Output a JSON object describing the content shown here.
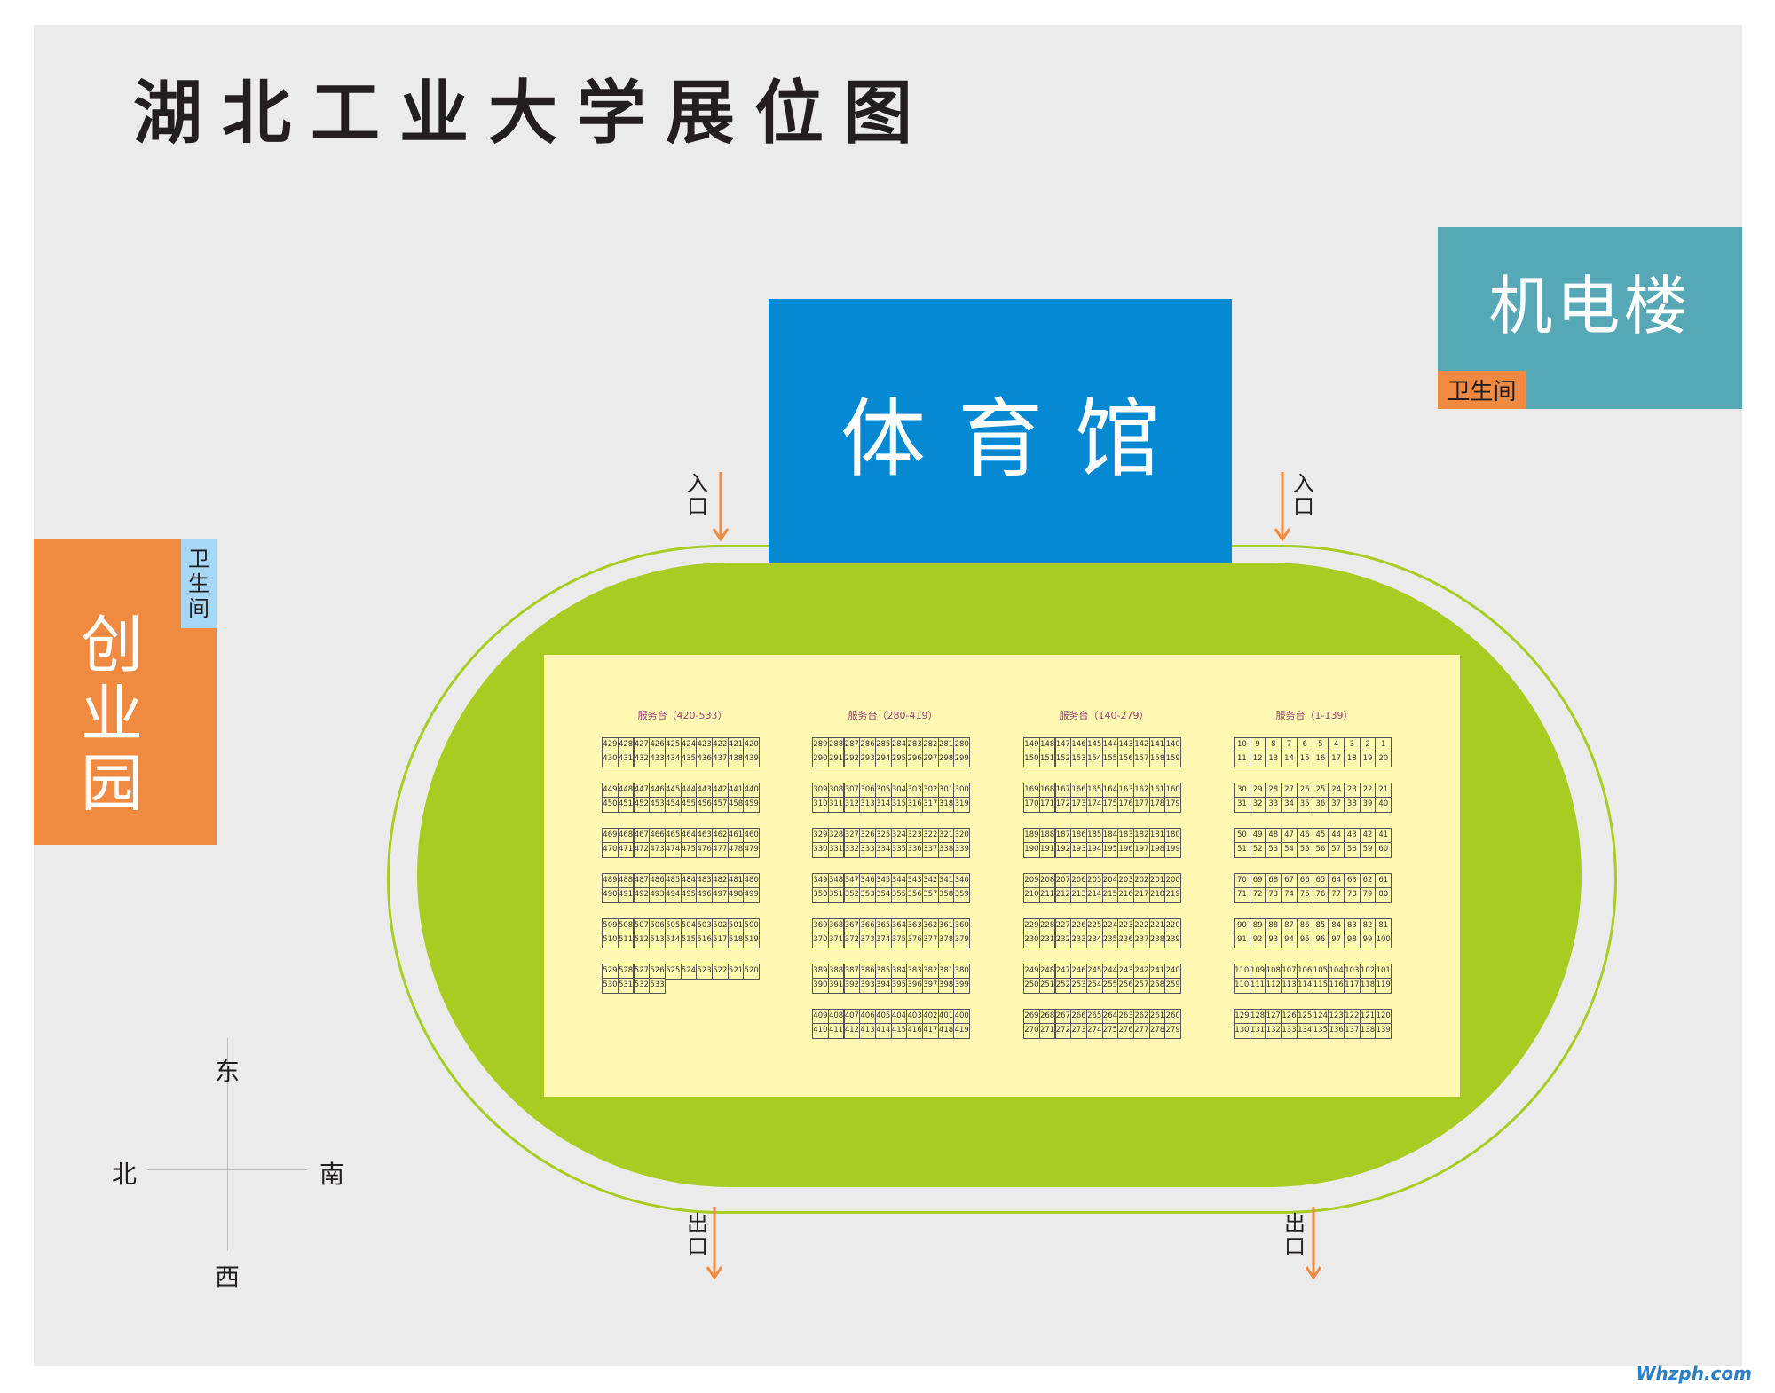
{
  "title": "湖北工业大学展位图",
  "buildings": {
    "gym": "体育馆",
    "mech": "机电楼",
    "park_lines": [
      "创",
      "业",
      "园"
    ]
  },
  "restroom": "卫生间",
  "restroom_chars": [
    "卫",
    "生",
    "间"
  ],
  "entrance": [
    "入",
    "口"
  ],
  "exit": [
    "出",
    "口"
  ],
  "compass": {
    "east": "东",
    "west": "西",
    "south": "南",
    "north": "北"
  },
  "blocks": [
    {
      "label": "服务台（420-533）",
      "rows": [
        [
          429,
          428,
          427,
          426,
          425,
          424,
          423,
          422,
          421,
          420
        ],
        [
          430,
          431,
          432,
          433,
          434,
          435,
          436,
          437,
          438,
          439
        ],
        [
          449,
          448,
          447,
          446,
          445,
          444,
          443,
          442,
          441,
          440
        ],
        [
          450,
          451,
          452,
          453,
          454,
          455,
          456,
          457,
          458,
          459
        ],
        [
          469,
          468,
          467,
          466,
          465,
          464,
          463,
          462,
          461,
          460
        ],
        [
          470,
          471,
          472,
          473,
          474,
          475,
          476,
          477,
          478,
          479
        ],
        [
          489,
          488,
          487,
          486,
          485,
          484,
          483,
          482,
          481,
          480
        ],
        [
          490,
          491,
          492,
          493,
          494,
          495,
          496,
          497,
          498,
          499
        ],
        [
          509,
          508,
          507,
          506,
          505,
          504,
          503,
          502,
          501,
          500
        ],
        [
          510,
          511,
          512,
          513,
          514,
          515,
          516,
          517,
          518,
          519
        ],
        [
          529,
          528,
          527,
          526,
          525,
          524,
          523,
          522,
          521,
          520
        ],
        [
          530,
          531,
          532,
          533
        ]
      ]
    },
    {
      "label": "服务台（280-419）",
      "rows": [
        [
          289,
          288,
          287,
          286,
          285,
          284,
          283,
          282,
          281,
          280
        ],
        [
          290,
          291,
          292,
          293,
          294,
          295,
          296,
          297,
          298,
          299
        ],
        [
          309,
          308,
          307,
          306,
          305,
          304,
          303,
          302,
          301,
          300
        ],
        [
          310,
          311,
          312,
          313,
          314,
          315,
          316,
          317,
          318,
          319
        ],
        [
          329,
          328,
          327,
          326,
          325,
          324,
          323,
          322,
          321,
          320
        ],
        [
          330,
          331,
          332,
          333,
          334,
          335,
          336,
          337,
          338,
          339
        ],
        [
          349,
          348,
          347,
          346,
          345,
          344,
          343,
          342,
          341,
          340
        ],
        [
          350,
          351,
          352,
          353,
          354,
          355,
          356,
          357,
          358,
          359
        ],
        [
          369,
          368,
          367,
          366,
          365,
          364,
          363,
          362,
          361,
          360
        ],
        [
          370,
          371,
          372,
          373,
          374,
          375,
          376,
          377,
          378,
          379
        ],
        [
          389,
          388,
          387,
          386,
          385,
          384,
          383,
          382,
          381,
          380
        ],
        [
          390,
          391,
          392,
          393,
          394,
          395,
          396,
          397,
          398,
          399
        ],
        [
          409,
          408,
          407,
          406,
          405,
          404,
          403,
          402,
          401,
          400
        ],
        [
          410,
          411,
          412,
          413,
          414,
          415,
          416,
          417,
          418,
          419
        ]
      ]
    },
    {
      "label": "服务台（140-279）",
      "rows": [
        [
          149,
          148,
          147,
          146,
          145,
          144,
          143,
          142,
          141,
          140
        ],
        [
          150,
          151,
          152,
          153,
          154,
          155,
          156,
          157,
          158,
          159
        ],
        [
          169,
          168,
          167,
          166,
          165,
          164,
          163,
          162,
          161,
          160
        ],
        [
          170,
          171,
          172,
          173,
          174,
          175,
          176,
          177,
          178,
          179
        ],
        [
          189,
          188,
          187,
          186,
          185,
          184,
          183,
          182,
          181,
          180
        ],
        [
          190,
          191,
          192,
          193,
          194,
          195,
          196,
          197,
          198,
          199
        ],
        [
          209,
          208,
          207,
          206,
          205,
          204,
          203,
          202,
          201,
          200
        ],
        [
          210,
          211,
          212,
          213,
          214,
          215,
          216,
          217,
          218,
          219
        ],
        [
          229,
          228,
          227,
          226,
          225,
          224,
          223,
          222,
          221,
          220
        ],
        [
          230,
          231,
          232,
          233,
          234,
          235,
          236,
          237,
          238,
          239
        ],
        [
          249,
          248,
          247,
          246,
          245,
          244,
          243,
          242,
          241,
          240
        ],
        [
          250,
          251,
          252,
          253,
          254,
          255,
          256,
          257,
          258,
          259
        ],
        [
          269,
          268,
          267,
          266,
          265,
          264,
          263,
          262,
          261,
          260
        ],
        [
          270,
          271,
          272,
          273,
          274,
          275,
          276,
          277,
          278,
          279
        ]
      ]
    },
    {
      "label": "服务台（1-139）",
      "rows": [
        [
          10,
          9,
          8,
          7,
          6,
          5,
          4,
          3,
          2,
          1
        ],
        [
          11,
          12,
          13,
          14,
          15,
          16,
          17,
          18,
          19,
          20
        ],
        [
          30,
          29,
          28,
          27,
          26,
          25,
          24,
          23,
          22,
          21
        ],
        [
          31,
          32,
          33,
          34,
          35,
          36,
          37,
          38,
          39,
          40
        ],
        [
          50,
          49,
          48,
          47,
          46,
          45,
          44,
          43,
          42,
          41
        ],
        [
          51,
          52,
          53,
          54,
          55,
          56,
          57,
          58,
          59,
          60
        ],
        [
          70,
          69,
          68,
          67,
          66,
          65,
          64,
          63,
          62,
          61
        ],
        [
          71,
          72,
          73,
          74,
          75,
          76,
          77,
          78,
          79,
          80
        ],
        [
          90,
          89,
          88,
          87,
          86,
          85,
          84,
          83,
          82,
          81
        ],
        [
          91,
          92,
          93,
          94,
          95,
          96,
          97,
          98,
          99,
          100
        ],
        [
          "110-1",
          109,
          108,
          107,
          106,
          105,
          104,
          103,
          102,
          101
        ],
        [
          "110-2",
          111,
          112,
          113,
          114,
          115,
          116,
          117,
          118,
          119
        ],
        [
          129,
          128,
          127,
          126,
          125,
          124,
          123,
          122,
          121,
          120
        ],
        [
          130,
          131,
          132,
          133,
          134,
          135,
          136,
          137,
          138,
          139
        ]
      ]
    }
  ],
  "colors": {
    "gym": "#0489d2",
    "mech": "#56a8b7",
    "park": "#f08a40",
    "field": "#a9cc22",
    "hall": "#fff8b2",
    "arrow": "#f08a40",
    "restroom_park": "#a6d8f5"
  },
  "watermark": "Whzph.com"
}
